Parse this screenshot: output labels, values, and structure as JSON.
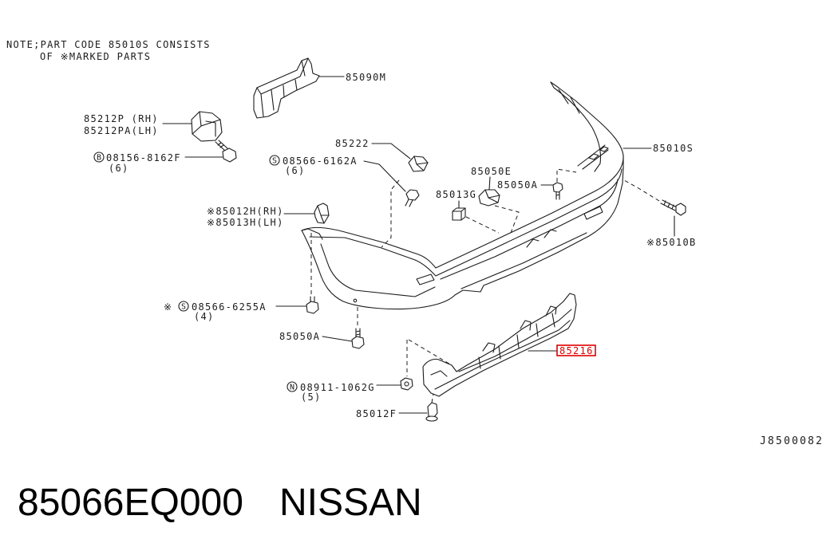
{
  "note": {
    "line1": "NOTE;PART CODE 85010S CONSISTS",
    "line2": "OF ※MARKED PARTS"
  },
  "callouts": {
    "c85090M": "85090M",
    "c85212P": "85212P (RH)",
    "c85212PA": "85212PA(LH)",
    "bolt08156": {
      "symbol": "B",
      "number": "08156-8162F",
      "qty": "(6)"
    },
    "c85222": "85222",
    "screw08566_6162A": {
      "symbol": "S",
      "number": "08566-6162A",
      "qty": "(6)"
    },
    "c85050E": "85050E",
    "c85050A_upper": "85050A",
    "c85013G": "85013G",
    "c85010S": "85010S",
    "c85012H": "※85012H(RH)",
    "c85013H": "※85013H(LH)",
    "c85010B": "※85010B",
    "screw08566_6255A": {
      "mark": "※",
      "symbol": "S",
      "number": "08566-6255A",
      "qty": "(4)"
    },
    "c85050A_lower": "85050A",
    "c85216": "85216",
    "nut08911": {
      "symbol": "N",
      "number": "08911-1062G",
      "qty": "(5)"
    },
    "c85012F": "85012F"
  },
  "figure_code": "J8500082",
  "caption": {
    "part_number": "85066EQ000",
    "brand": "NISSAN"
  },
  "colors": {
    "line": "#1c1c1c",
    "highlight": "#e00000",
    "background": "#ffffff"
  }
}
